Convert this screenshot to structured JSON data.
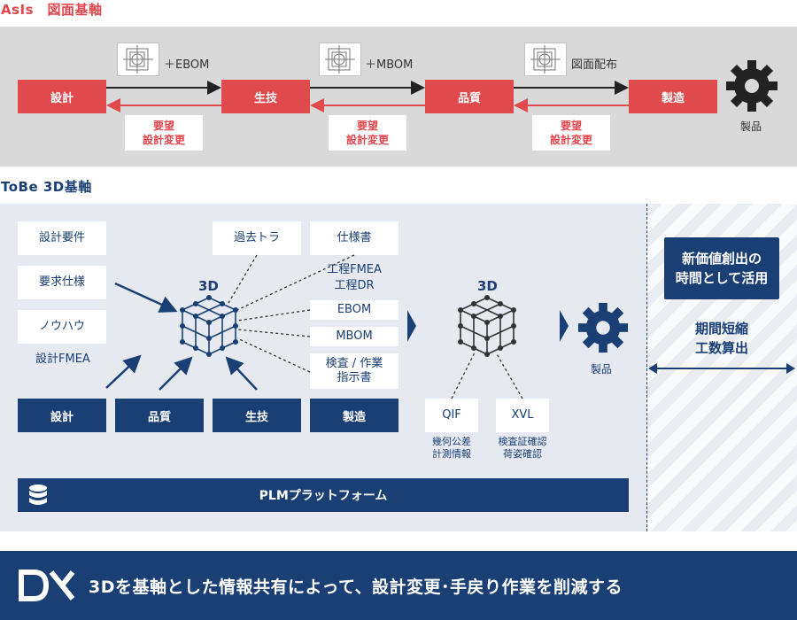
{
  "asis": {
    "title": "AsIs　図面基軸",
    "stages": [
      "設計",
      "生技",
      "品質",
      "製造"
    ],
    "docs": [
      "＋EBOM",
      "＋MBOM",
      "図面配布"
    ],
    "feedback": [
      {
        "line1": "要望",
        "line2": "設計変更"
      },
      {
        "line1": "要望",
        "line2": "設計変更"
      },
      {
        "line1": "要望",
        "line2": "設計変更"
      }
    ],
    "product": "製品"
  },
  "tobe": {
    "title": "ToBe 3D基軸",
    "inputs": [
      "設計要件",
      "要求仕様",
      "ノウハウ"
    ],
    "input_note": "設計FMEA",
    "top_items": [
      "過去トラ",
      "仕様書"
    ],
    "process_text1": "工程FMEA",
    "process_text2": "工程DR",
    "bom_items": [
      "EBOM",
      "MBOM"
    ],
    "instruction": {
      "line1": "検査 / 作業",
      "line2": "指示書"
    },
    "departments": [
      "設計",
      "品質",
      "生技",
      "製造"
    ],
    "cube_label_1": "3D",
    "cube_label_2": "3D",
    "outputs": [
      {
        "name": "QIF",
        "desc1": "幾何公差",
        "desc2": "計測情報"
      },
      {
        "name": "XVL",
        "desc1": "検査証確認",
        "desc2": "荷姿確認"
      }
    ],
    "product": "製品",
    "new_value": {
      "line1": "新価値創出の",
      "line2": "時間として活用"
    },
    "result": {
      "line1": "期間短縮",
      "line2": "工数算出"
    },
    "plm": "PLMプラットフォーム"
  },
  "footer": {
    "logo": "DX",
    "text": "3Dを基軸とした情報共有によって、設計変更･手戻り作業を削減する"
  },
  "colors": {
    "navy": "#1a3f74",
    "red": "#e04a4d",
    "gray": "#d9d9d9"
  }
}
